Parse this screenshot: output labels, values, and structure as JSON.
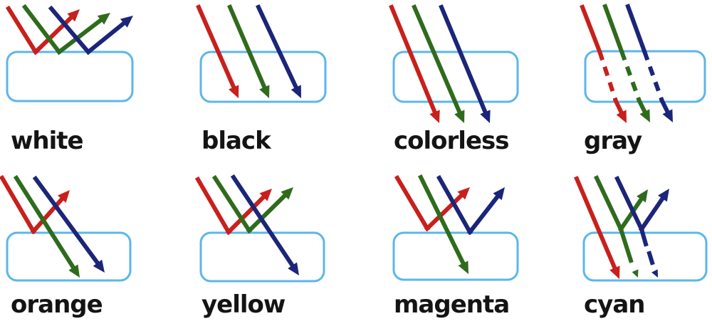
{
  "figure": {
    "kind": "light-reflection-absorption-diagram",
    "background_color": "#ffffff",
    "label_color": "#141414"
  },
  "ray_colors": {
    "red": "#c8201c",
    "green": "#2f6b1d",
    "blue": "#1b2579"
  },
  "object_style": {
    "border_color": "#5cb6ea",
    "fill_color": "#ffffff"
  },
  "panels": [
    {
      "label": "white",
      "row": 0,
      "col": 0,
      "rays": {
        "red": "reflected",
        "green": "reflected",
        "blue": "reflected"
      }
    },
    {
      "label": "black",
      "row": 0,
      "col": 1,
      "rays": {
        "red": "absorbed",
        "green": "absorbed",
        "blue": "absorbed"
      }
    },
    {
      "label": "colorless",
      "row": 0,
      "col": 2,
      "rays": {
        "red": "transmitted",
        "green": "transmitted",
        "blue": "transmitted"
      }
    },
    {
      "label": "gray",
      "row": 0,
      "col": 3,
      "rays": {
        "red": "partially-transmitted",
        "green": "partially-transmitted",
        "blue": "partially-transmitted"
      }
    },
    {
      "label": "orange",
      "row": 1,
      "col": 0,
      "rays": {
        "red": "reflected",
        "green": "absorbed",
        "blue": "absorbed"
      }
    },
    {
      "label": "yellow",
      "row": 1,
      "col": 1,
      "rays": {
        "red": "reflected",
        "green": "reflected",
        "blue": "absorbed"
      }
    },
    {
      "label": "magenta",
      "row": 1,
      "col": 2,
      "rays": {
        "red": "reflected",
        "green": "absorbed",
        "blue": "reflected"
      }
    },
    {
      "label": "cyan",
      "row": 1,
      "col": 3,
      "rays": {
        "red": "absorbed",
        "green": "reflected-partially-transmitted",
        "blue": "reflected-partially-transmitted"
      }
    }
  ]
}
